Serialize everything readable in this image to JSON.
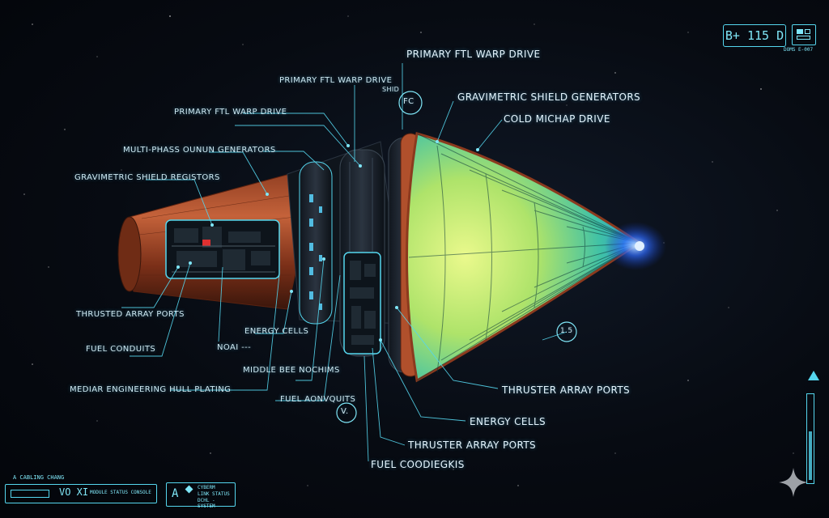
{
  "labels": {
    "l1": "PRIMARY FTL WARP DRIVE",
    "l2": "PRIMARY FTL WARP DRIVE",
    "l3": "PRIMARY FTL WARP DRIVE",
    "l4": "MULTI-PHASS OUNUN GENERATORS",
    "l5": "GRAVIMETRIC SHIELD GENERATORS",
    "l6": "GRAVIMETRIC SHIELD REGISTORS",
    "l7": "COLD MICHAP DRIVE",
    "l8": "THRUSTED ARRAY PORTS",
    "l9": "FUEL CONDUITS",
    "l10": "MEDIAR ENGINEERING HULL PLATING",
    "l11": "ENERGY CELLS",
    "l12": "NOAI ---",
    "l13": "MIDDLE BEE NOCHIMS",
    "l14": "FUEL AONVQUITS",
    "l15": "THRUSTER ARRAY PORTS",
    "l16": "ENERGY CELLS",
    "l17": "THRUSTER ARRAY PORTS",
    "l18": "FUEL COODIEGKIS",
    "shd": "SHID",
    "fc": "FC",
    "vz": "V.",
    "n15": "1.5"
  },
  "hud": {
    "top_right_readout": "B+ 115 D",
    "top_right_sub": "DOMS E-007",
    "bottom_left_title": "A CABLING CHANG",
    "bottom_left_value": "VO XI",
    "bottom_left_sub": "MODULE STATUS CONSOLE",
    "bottom_center_glyph": "A",
    "bottom_center_lines": [
      "CYBERM",
      "LINK STATUS",
      "DCHL - SYSTEM"
    ]
  },
  "colors": {
    "accent": "#55d6ee",
    "hull": "#b0502c",
    "dome_core": "#d7f07c",
    "dome_edge": "#2f8fe6"
  }
}
